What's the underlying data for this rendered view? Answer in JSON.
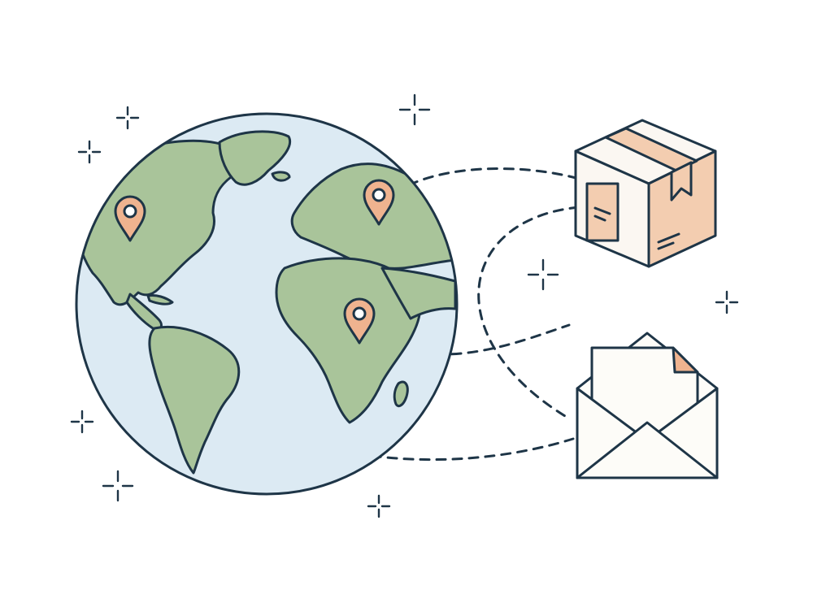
{
  "illustration": {
    "subject": [
      "globe-icon",
      "map-pin-icon",
      "package-box-icon",
      "envelope-icon",
      "sparkle-icon"
    ],
    "pins": [
      "north-america",
      "europe",
      "africa"
    ]
  },
  "colors": {
    "outline": "#1e3547",
    "ocean": "#dceaf3",
    "land": "#a9c49a",
    "pin": "#efb38f",
    "box_side": "#f3cdb0",
    "box_top": "#fbf7f2",
    "paper": "#fdfcf8"
  }
}
